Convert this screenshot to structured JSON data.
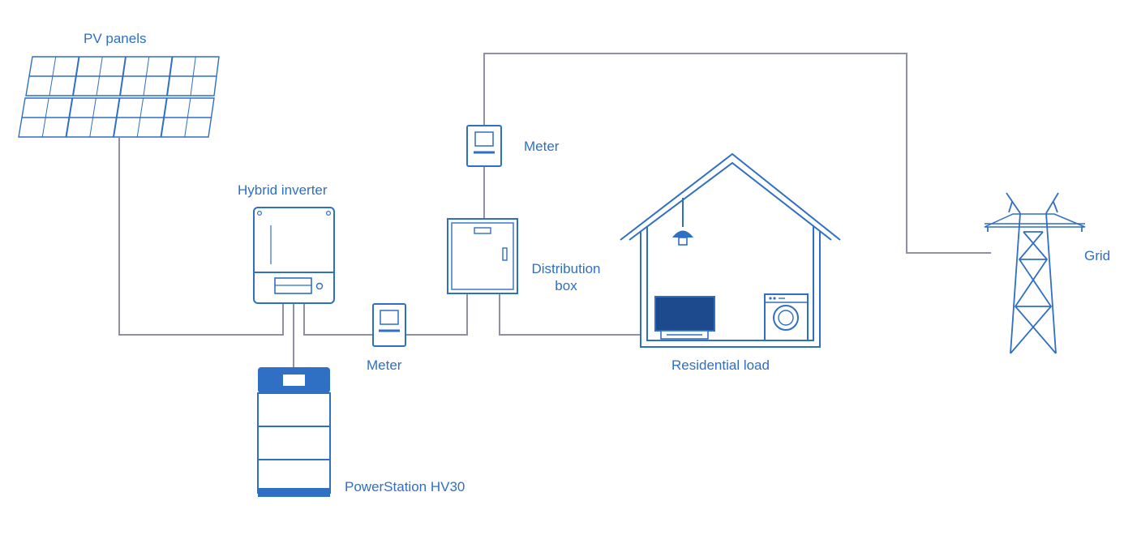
{
  "colors": {
    "accent": "#2f6fc4",
    "wire": "#8f8fa6",
    "fill_dark": "#1d4a8c"
  },
  "labels": {
    "pv_panels": "PV panels",
    "hybrid_inverter": "Hybrid inverter",
    "meter_top": "Meter",
    "meter_bottom": "Meter",
    "distribution_box_line1": "Distribution",
    "distribution_box_line2": "box",
    "grid": "Grid",
    "residential_load": "Residential load",
    "battery": "PowerStation HV30"
  },
  "icons": [
    "solar-panel-icon",
    "inverter-icon",
    "battery-stack-icon",
    "meter-icon",
    "distribution-box-icon",
    "house-icon",
    "lamp-icon",
    "tv-icon",
    "washing-machine-icon",
    "power-tower-icon"
  ]
}
